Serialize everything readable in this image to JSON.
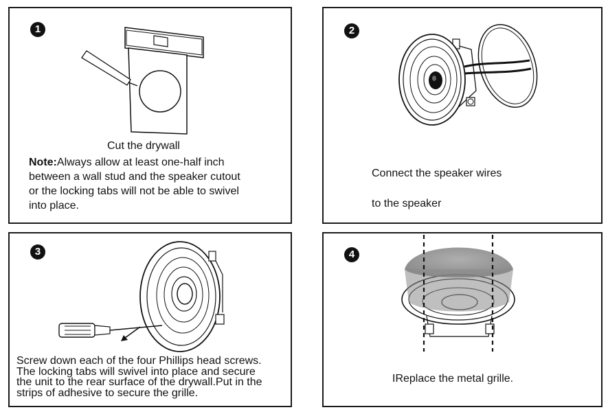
{
  "panels": [
    {
      "number": "1",
      "caption": "Cut the drywall",
      "note_label": "Note:",
      "note_lines": [
        "Always allow at least one-half inch",
        "between a wall stud and the speaker cutout",
        "or the locking tabs will not be able to swivel",
        "into place."
      ]
    },
    {
      "number": "2",
      "lines": [
        "Connect the speaker wires",
        "to the speaker"
      ]
    },
    {
      "number": "3",
      "lines": [
        "Screw down each of the four Phillips head screws.",
        "The locking tabs will swivel into place and secure",
        "the unit to the rear surface of the drywall.Put in the",
        "strips of adhesive to secure the grille."
      ]
    },
    {
      "number": "4",
      "caption": "IReplace the metal grille."
    }
  ]
}
